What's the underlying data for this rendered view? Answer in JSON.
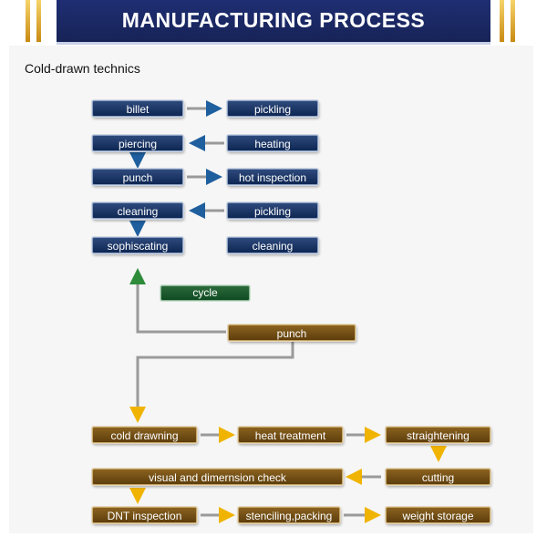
{
  "header": {
    "title": "MANUFACTURING PROCESS"
  },
  "section": {
    "title": "Cold-drawn technics"
  },
  "steps": {
    "billet": "billet",
    "pickling1": "pickling",
    "piercing": "piercing",
    "heating": "heating",
    "punch1": "punch",
    "hot_inspection": "hot inspection",
    "cleaning1": "cleaning",
    "pickling2": "pickling",
    "sophiscating": "sophiscating",
    "cleaning2": "cleaning",
    "cycle": "cycle",
    "punch2": "punch",
    "cold_drawning": "cold drawning",
    "heat_treatment": "heat treatment",
    "straightening": "straightening",
    "visual_check": "visual and dimernsion check",
    "cutting": "cutting",
    "dnt_inspection": "DNT inspection",
    "stenciling": "stenciling,packing",
    "weight_storage": "weight storage"
  },
  "colors": {
    "blue_step": "#0e2753",
    "brown_step": "#6e4b14",
    "green_step": "#0f4a22",
    "arrow_blue": "#1f5f9e",
    "arrow_yellow": "#f0b400",
    "arrow_green": "#2e8b3a"
  }
}
